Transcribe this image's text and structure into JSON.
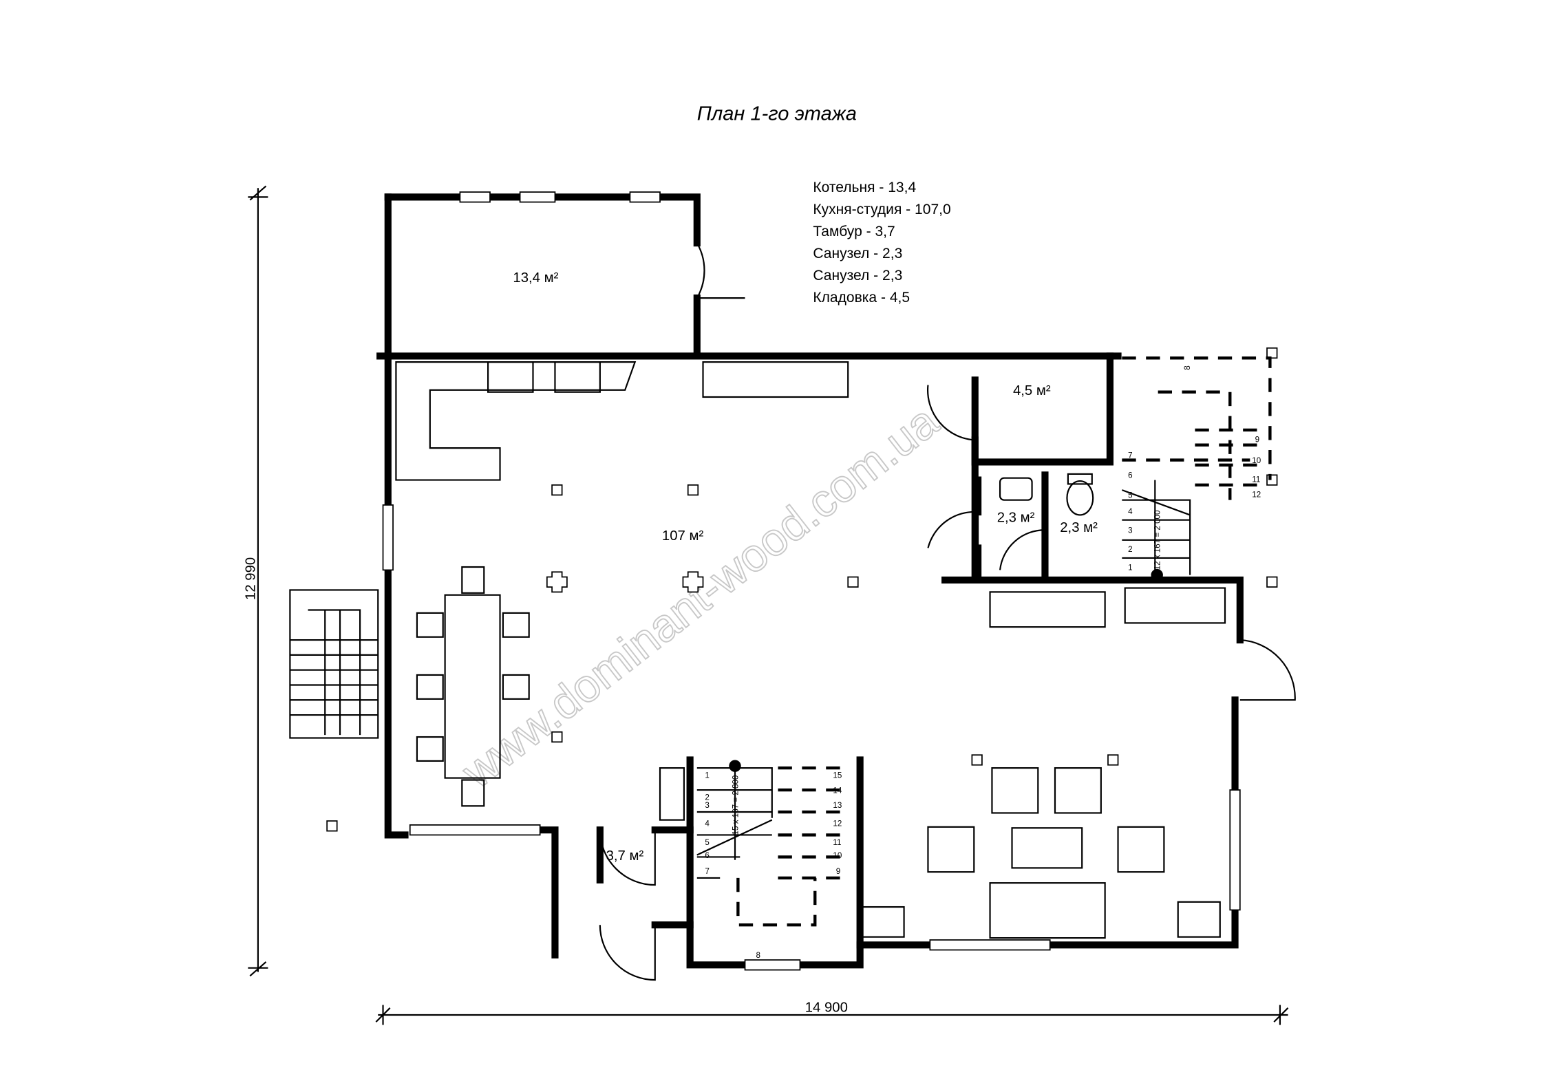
{
  "title": "План 1-го этажа",
  "legend": [
    "Котельня - 13,4",
    "Кухня-студия - 107,0",
    "Тамбур - 3,7",
    "Санузел - 2,3",
    "Санузел - 2,3",
    "Кладовка - 4,5"
  ],
  "rooms": {
    "boiler": "13,4 м²",
    "kitchen_studio": "107 м²",
    "storage": "4,5 м²",
    "bath1": "2,3 м²",
    "bath2": "2,3 м²",
    "vestibule": "3,7 м²"
  },
  "dimensions": {
    "height": "12 990",
    "width": "14 900"
  },
  "stair_main": {
    "formula": "15 x 187 = 2 800",
    "steps_left": [
      "1",
      "2",
      "3",
      "4",
      "5",
      "6",
      "7"
    ],
    "steps_right": [
      "15",
      "14",
      "13",
      "12",
      "11",
      "10",
      "9"
    ],
    "landing": "8"
  },
  "stair_upper": {
    "formula": "12 x 167 = 2 000",
    "steps_left": [
      "1",
      "2",
      "3",
      "4",
      "5",
      "6",
      "7"
    ],
    "steps_right": [
      "9",
      "10",
      "11",
      "12"
    ],
    "landing": "8"
  },
  "watermark": "www.dominant-wood.com.ua"
}
